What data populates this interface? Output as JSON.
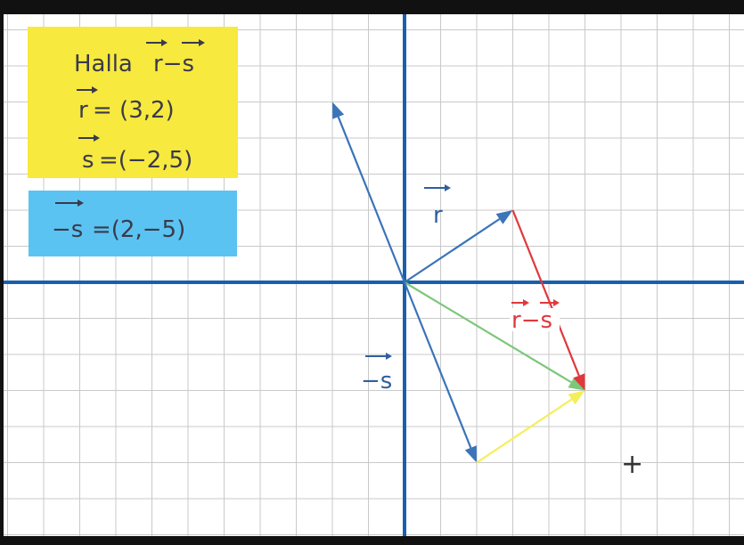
{
  "problem_box": {
    "title_text": "Halla",
    "title_expr": "r−s",
    "r_name": "r",
    "r_value": "= (3,2)",
    "s_name": "s",
    "s_value": "=(−2,5)"
  },
  "answer_box": {
    "neg_s_name": "−s",
    "neg_s_value": "=(2,−5)"
  },
  "vector_labels": {
    "r": "r",
    "diff": "r−s",
    "neg_s": "−s"
  },
  "cursor_glyph": "+",
  "colors": {
    "background": "#ffffff",
    "grid": "#c9c9c9",
    "axes": "#1a5fad",
    "vector_blue": "#3b74b8",
    "vector_red": "#e0393b",
    "vector_green": "#7dc77a",
    "vector_yellow": "#f3ef59",
    "problem_box": "#f7e93e",
    "answer_box": "#5ac3f2",
    "label_dark": "#3a3a4a",
    "label_blue": "#2f5f9e",
    "label_red": "#e0393b"
  },
  "vectors": [
    {
      "id": "r",
      "from": [
        0,
        0
      ],
      "to": [
        3,
        2
      ],
      "color": "vector_blue"
    },
    {
      "id": "s",
      "from": [
        0,
        0
      ],
      "to": [
        -2,
        5
      ],
      "color": "vector_blue"
    },
    {
      "id": "neg-s",
      "from": [
        0,
        0
      ],
      "to": [
        2,
        -5
      ],
      "color": "vector_blue"
    },
    {
      "id": "r-minus-s",
      "from": [
        3,
        2
      ],
      "to": [
        5,
        -3
      ],
      "color": "vector_red"
    },
    {
      "id": "result",
      "from": [
        0,
        0
      ],
      "to": [
        5,
        -3
      ],
      "color": "vector_green"
    },
    {
      "id": "r-translated",
      "from": [
        2,
        -5
      ],
      "to": [
        5,
        -3
      ],
      "color": "vector_yellow"
    }
  ]
}
